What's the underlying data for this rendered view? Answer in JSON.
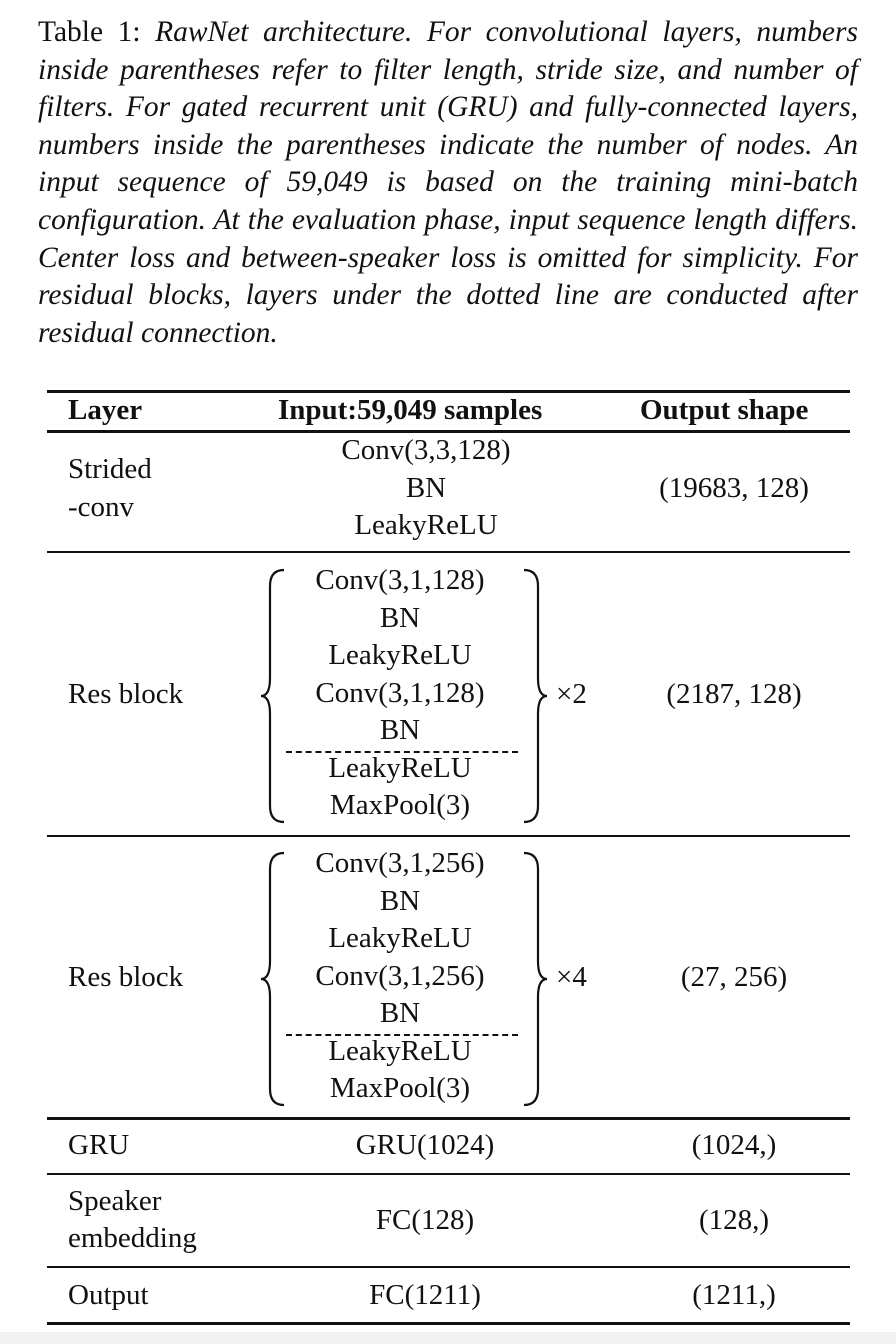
{
  "caption": {
    "label": "Table 1: ",
    "text": "RawNet architecture. For convolutional layers, numbers inside parentheses refer to filter length, stride size, and number of filters. For gated recurrent unit (GRU) and fully-connected layers, numbers inside the parentheses indicate the number of nodes. An input sequence of 59,049 is based on the training mini-batch configuration. At the evaluation phase, input sequence length differs. Center loss and between-speaker loss is omitted for simplicity. For residual blocks, layers under the dotted line are conducted after residual connection."
  },
  "table": {
    "headers": [
      "Layer",
      "Input:59,049 samples",
      "Output shape"
    ],
    "strided": {
      "layer_line1": "Strided",
      "layer_line2": "-conv",
      "ops": [
        "Conv(3,3,128)",
        "BN",
        "LeakyReLU"
      ],
      "output": "(19683, 128)"
    },
    "res1": {
      "layer": "Res block",
      "ops": [
        "Conv(3,1,128)",
        "BN",
        "LeakyReLU",
        "Conv(3,1,128)",
        "BN",
        "LeakyReLU",
        "MaxPool(3)"
      ],
      "repeat": "×2",
      "output": "(2187, 128)"
    },
    "res2": {
      "layer": "Res block",
      "ops": [
        "Conv(3,1,256)",
        "BN",
        "LeakyReLU",
        "Conv(3,1,256)",
        "BN",
        "LeakyReLU",
        "MaxPool(3)"
      ],
      "repeat": "×4",
      "output": "(27, 256)"
    },
    "gru": {
      "layer": "GRU",
      "op": "GRU(1024)",
      "output": "(1024,)"
    },
    "embed": {
      "layer_line1": "Speaker",
      "layer_line2": "embedding",
      "op": "FC(128)",
      "output": "(128,)"
    },
    "out": {
      "layer": "Output",
      "op": "FC(1211)",
      "output": "(1211,)"
    }
  }
}
